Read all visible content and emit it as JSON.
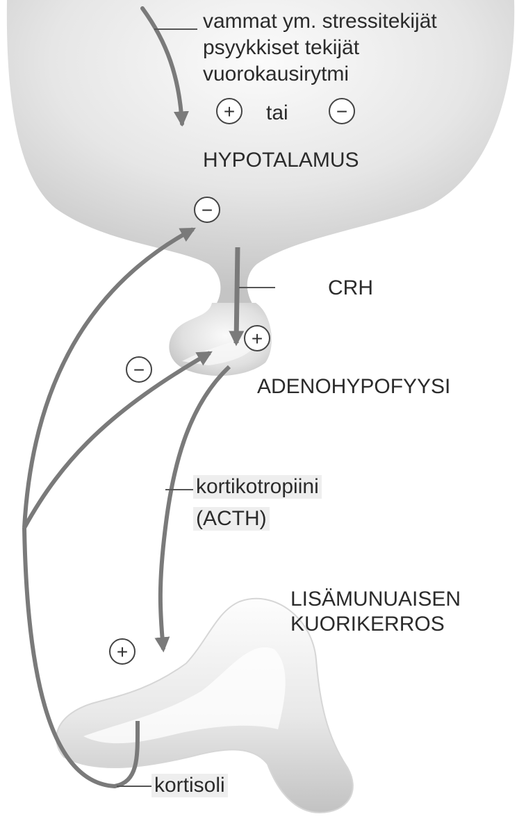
{
  "stimuli": {
    "line1": "vammat ym. stressitekijät",
    "line2": "psyykkiset tekijät",
    "line3": "vuorokausirytmi"
  },
  "either_or": {
    "plus": "+",
    "word": "tai",
    "minus": "−"
  },
  "labels": {
    "hypothalamus": "HYPOTALAMUS",
    "crh": "CRH",
    "adenohypophysis": "ADENOHYPOFYYSI",
    "acth_line1": "kortikotropiini",
    "acth_line2": "(ACTH)",
    "adrenal_line1": "LISÄMUNUAISEN",
    "adrenal_line2": "KUORIKERROS",
    "cortisol": "kortisoli"
  },
  "signs": {
    "hypothalamus_inhibit": "−",
    "pituitary_stimulate": "+",
    "pituitary_inhibit": "−",
    "adrenal_stimulate": "+"
  },
  "colors": {
    "arrow": "#7a7a7a",
    "organ_light": "#f1f1f1",
    "organ_dark": "#c9c9c9",
    "text": "#2b2b2b"
  }
}
